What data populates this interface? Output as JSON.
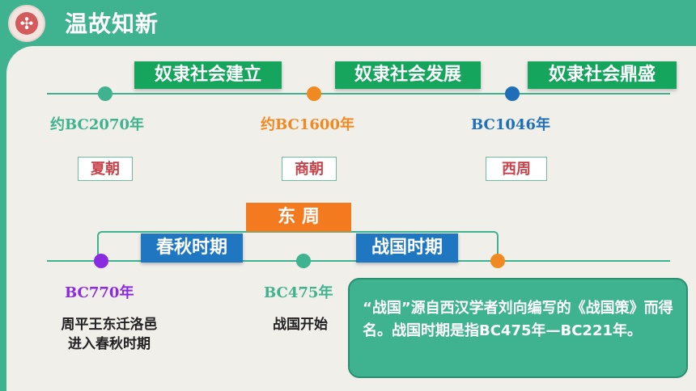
{
  "header": {
    "title": "温故知新",
    "logo_icon": "puzzle-icon"
  },
  "row1": {
    "labels": [
      "奴隶社会建立",
      "奴隶社会发展",
      "奴隶社会鼎盛"
    ],
    "dates": [
      "约BC2070年",
      "约BC1600年",
      "BC1046年"
    ],
    "dynasties": [
      "夏朝",
      "商朝",
      "西周"
    ],
    "colors": [
      "#3fb28f",
      "#f08a20",
      "#1f6fb8"
    ]
  },
  "row2": {
    "east_zhou": "东 周",
    "periods": [
      "春秋时期",
      "战国时期"
    ],
    "dates": [
      "BC770年",
      "BC475年"
    ],
    "events": [
      "周平王东迁洛邑\n进入春秋时期",
      "战国开始"
    ],
    "callout": "“战国”源自西汉学者刘向编写的《战国策》而得名。战国时期是指BC475年—BC221年。",
    "colors": [
      "#8a2be2",
      "#3fb28f",
      "#f08a20"
    ]
  }
}
